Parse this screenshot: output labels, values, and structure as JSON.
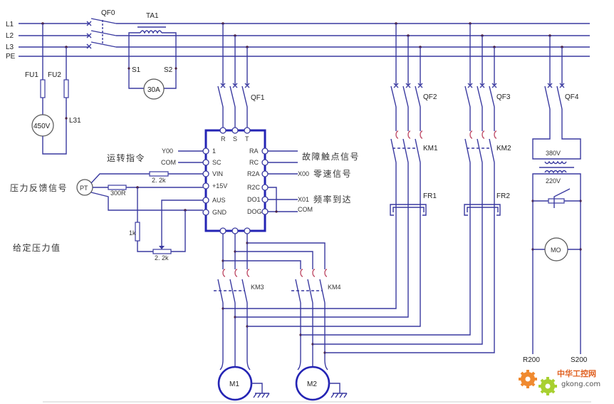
{
  "diagram": {
    "title": "Constant-pressure water supply inverter wiring diagram",
    "bus": {
      "lines": [
        "L1",
        "L2",
        "L3",
        "PE"
      ]
    },
    "main_breaker": "QF0",
    "current_transformer": {
      "label": "TA1",
      "terminals": [
        "S1",
        "S2"
      ],
      "ammeter": "30A"
    },
    "voltmeter_branch": {
      "fuses": [
        "FU1",
        "FU2"
      ],
      "meter": "450V",
      "node": "L31"
    },
    "inverter": {
      "top_terminals": [
        "R",
        "S",
        "T"
      ],
      "left_terminals": [
        "1",
        "SC",
        "VIN",
        "+15V",
        "AUS",
        "GND"
      ],
      "right_terminals": [
        "RA",
        "RC",
        "R2A",
        "R2C",
        "DO1",
        "DOG"
      ]
    },
    "left_signals": {
      "run_command": "运转指令",
      "y00": "Y00",
      "com": "COM",
      "pressure_feedback": "压力反馈信号",
      "pt": "PT",
      "r_feedback": "2. 2k",
      "r_300": "300R",
      "r_1k": "1k",
      "pot": "2. 2k",
      "pressure_setpoint": "给定压力值"
    },
    "right_signals": {
      "fault": "故障触点信号",
      "x00": "X00",
      "zero_speed": "零速信号",
      "x01": "X01",
      "freq_reached": "频率到达",
      "com": "COM"
    },
    "breakers": [
      "QF1",
      "QF2",
      "QF3",
      "QF4"
    ],
    "contactors": [
      "KM1",
      "KM2",
      "KM3",
      "KM4"
    ],
    "overloads": [
      "FR1",
      "FR2"
    ],
    "motors": [
      "M1",
      "M2"
    ],
    "control_transformer": {
      "primary": "380V",
      "secondary": "220V"
    },
    "controller": "MO",
    "control_terminals": [
      "R200",
      "S200"
    ],
    "watermark": {
      "brand_cn": "中华工控网",
      "site": "gkong.com"
    }
  }
}
